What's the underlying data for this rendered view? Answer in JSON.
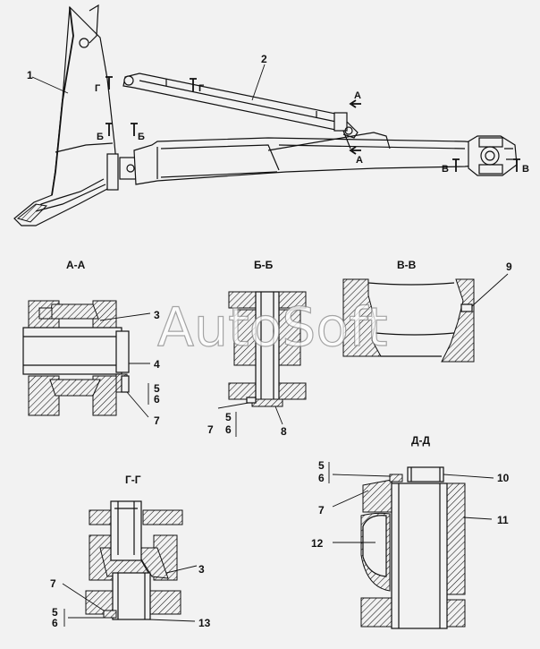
{
  "section_titles": {
    "aa": "А-А",
    "bb": "Б-Б",
    "vv": "В-В",
    "gg": "Г-Г",
    "dd": "Д-Д"
  },
  "section_marks": {
    "a_upper": "А",
    "a_lower": "А",
    "b_left": "Б",
    "b_right": "Б",
    "g_left": "Г",
    "g_right": "Г",
    "v_left": "В",
    "v_right": "В"
  },
  "callouts": {
    "main_1": "1",
    "main_2": "2",
    "aa_3": "3",
    "aa_4": "4",
    "aa_5": "5",
    "aa_6": "6",
    "aa_7": "7",
    "bb_5": "5",
    "bb_6": "6",
    "bb_7": "7",
    "bb_8": "8",
    "vv_9": "9",
    "dd_5": "5",
    "dd_6": "6",
    "dd_7": "7",
    "dd_10": "10",
    "dd_11": "11",
    "dd_12": "12",
    "gg_3": "3",
    "gg_5": "5",
    "gg_6": "6",
    "gg_7": "7",
    "gg_13": "13"
  },
  "watermark": "AutoSoft"
}
